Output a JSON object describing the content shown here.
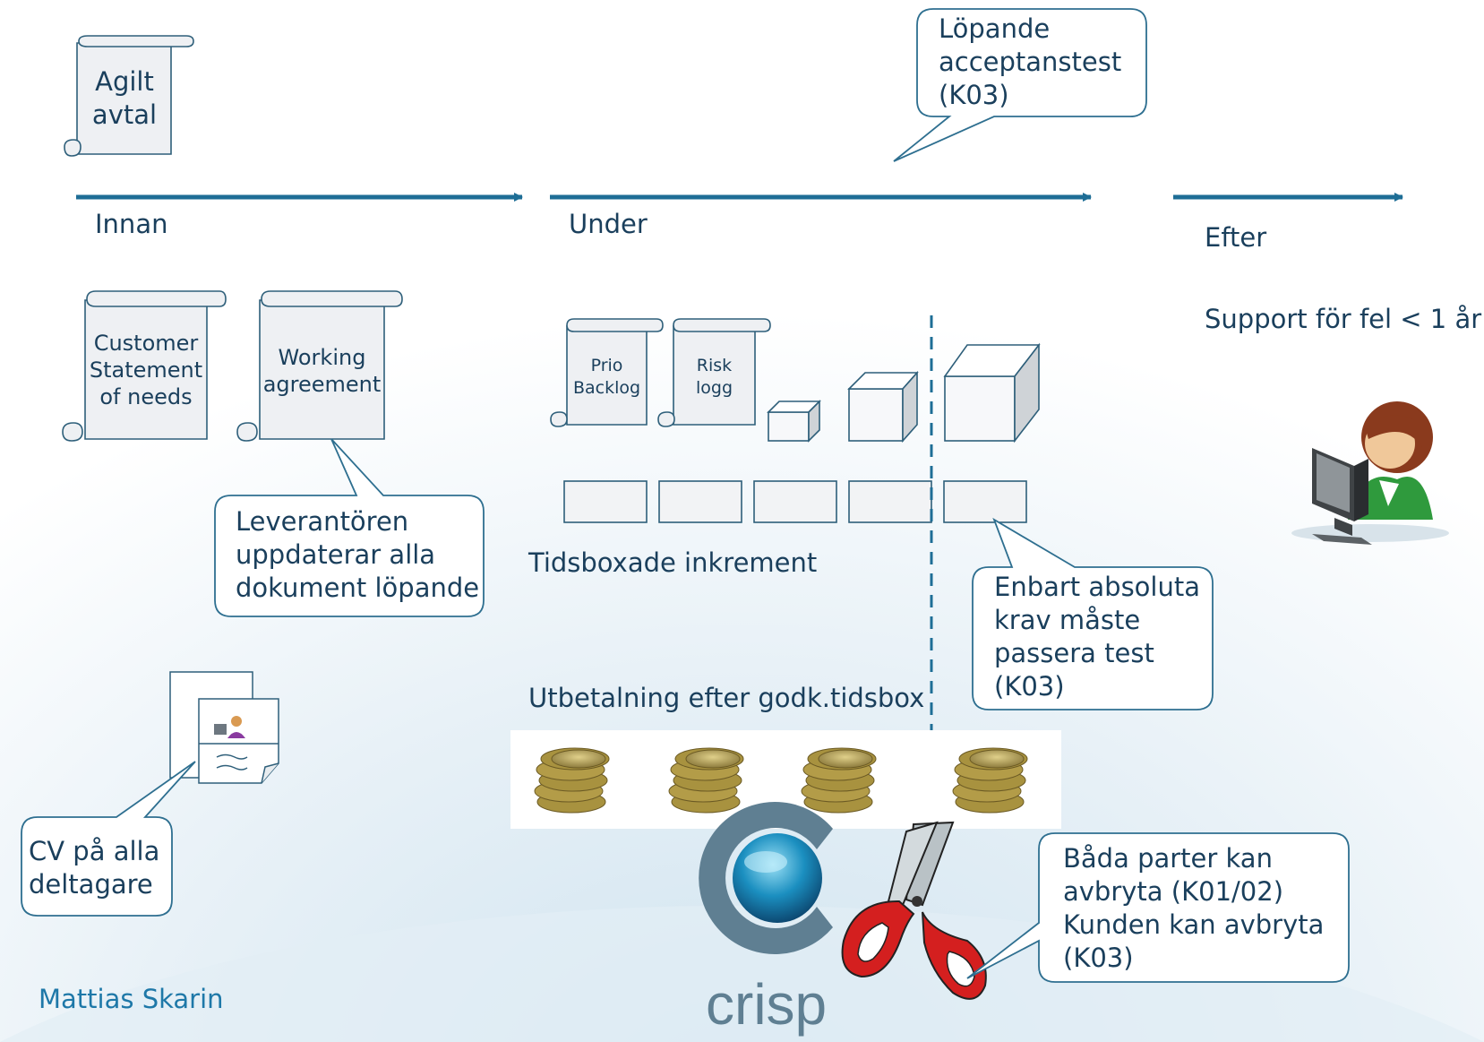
{
  "phases": {
    "before": "Innan",
    "during": "Under",
    "after": "Efter"
  },
  "documents": {
    "agile_contract": "Agilt\navtal",
    "customer_statement": "Customer\nStatement\nof needs",
    "working_agreement": "Working\nagreement",
    "prio_backlog": "Prio\nBacklog",
    "risk_log": "Risk\nlogg"
  },
  "callouts": {
    "acceptance_test": "Löpande\nacceptanstest\n(K03)",
    "supplier_updates": "Leverantören\nuppdaterar alla\ndokument löpande",
    "absolute_requirements": "Enbart absoluta\nkrav måste\npassera test\n(K03)",
    "cancel": "Båda parter kan\navbryta (K01/02)\nKunden kan avbryta\n(K03)",
    "cv": "CV på alla\ndeltagare"
  },
  "labels": {
    "timeboxed_increments": "Tidsboxade inkrement",
    "payment": "Utbetalning efter godk.tidsbox",
    "support": "Support för fel < 1 år",
    "author": "Mattias Skarin",
    "logo": "crisp"
  },
  "colors": {
    "arrow": "#1e6e96",
    "text": "#1a3f5c",
    "callout_border": "#2e6f90",
    "box_fill": "#f2f3f5",
    "author": "#1e78a8"
  }
}
